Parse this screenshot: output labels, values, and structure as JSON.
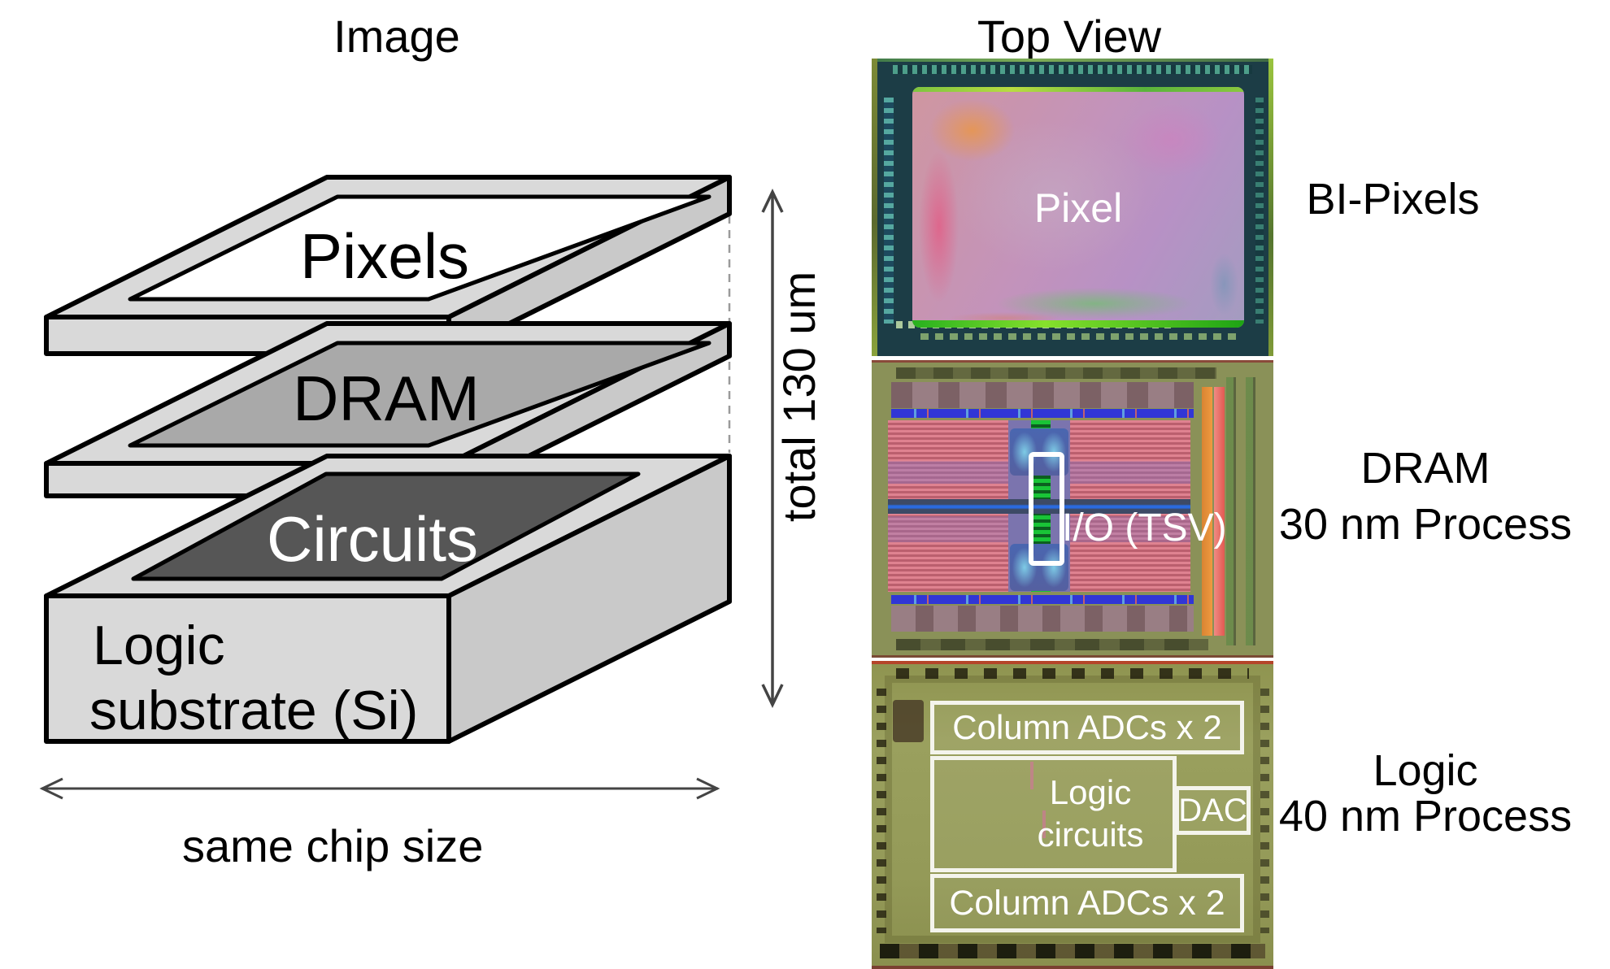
{
  "left": {
    "title": "Image",
    "stack": {
      "pixels_label": "Pixels",
      "dram_label": "DRAM",
      "circuits_label": "Circuits",
      "substrate_line1": "Logic",
      "substrate_line2": "substrate (Si)"
    },
    "height_annotation": "total 130 um",
    "width_annotation": "same chip size"
  },
  "right": {
    "title": "Top View",
    "chips": [
      {
        "overlay": "Pixel",
        "label": "BI-Pixels"
      },
      {
        "overlay": "I/O (TSV)",
        "label_line1": "DRAM",
        "label_line2": "30 nm Process"
      },
      {
        "boxes": {
          "top_adc": "Column ADCs x 2",
          "logic_line1": "Logic",
          "logic_line2": "circuits",
          "dac": "DAC",
          "bottom_adc": "Column ADCs x 2"
        },
        "label_line1": "Logic",
        "label_line2": "40 nm Process"
      }
    ]
  },
  "colors": {
    "slab_light_gray": "#d9d9d9",
    "slab_mid_gray": "#a9a9a9",
    "circuits_dark_gray": "#565656",
    "outline_black": "#000000",
    "pixel_chip_teal": "#1c3d46",
    "dram_chip_olive": "#8a9158",
    "logic_chip_khaki": "#979d5a",
    "chip_border_red": "#b5452a",
    "overlay_white": "#ffffff"
  }
}
